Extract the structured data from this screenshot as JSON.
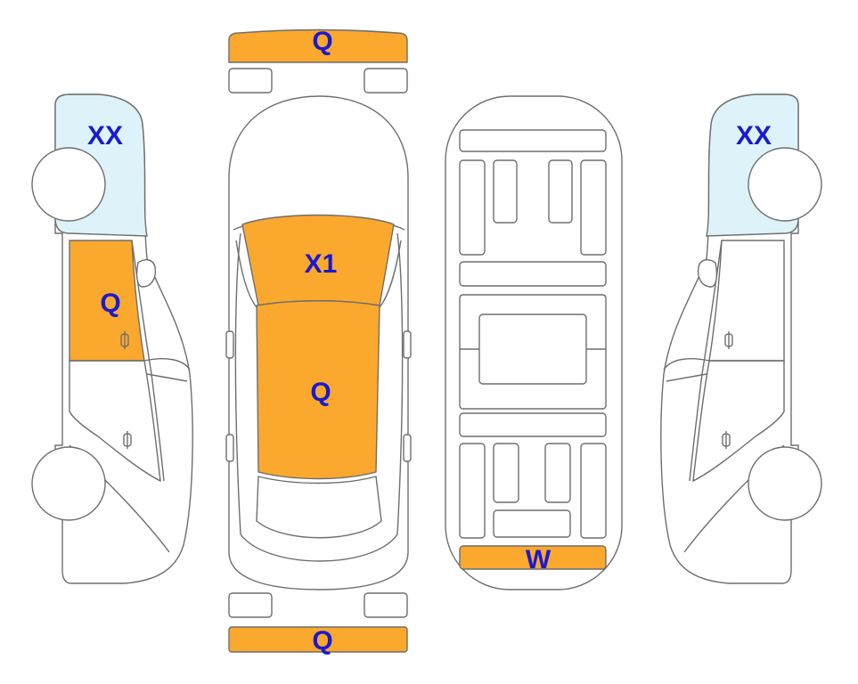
{
  "colors": {
    "damage_fill": "#FBA82E",
    "glass_fill": "#DDF3F9",
    "outline": "#6E6E6E",
    "label": "#1A1ACF"
  },
  "labels": {
    "front_bumper": "Q",
    "rear_bumper": "Q",
    "left_rear_glass": "XX",
    "left_rear_door": "Q",
    "roof_front": "X1",
    "roof_rear": "Q",
    "underbody_rear_panel": "W",
    "right_rear_glass": "XX"
  }
}
